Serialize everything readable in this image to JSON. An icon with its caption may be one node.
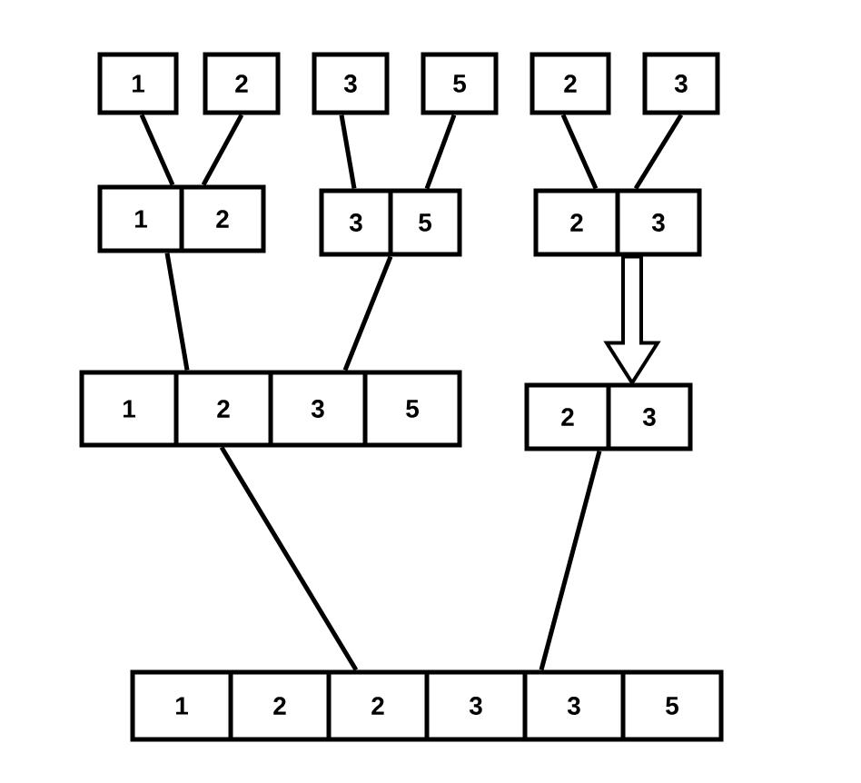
{
  "diagram": {
    "nodes": [
      {
        "text": [
          "1"
        ]
      },
      {
        "text": [
          "2"
        ]
      },
      {
        "text": [
          "3"
        ]
      },
      {
        "text": [
          "5"
        ]
      },
      {
        "text": [
          "2"
        ]
      },
      {
        "text": [
          "3"
        ]
      },
      {
        "text": [
          "1",
          "2"
        ]
      },
      {
        "text": [
          "3",
          "5"
        ]
      },
      {
        "text": [
          "2",
          "3"
        ]
      },
      {
        "text": [
          "1",
          "2",
          "3",
          "5"
        ]
      },
      {
        "text": [
          "2",
          "3"
        ]
      },
      {
        "text": [
          "1",
          "2",
          "2",
          "3",
          "3",
          "5"
        ]
      }
    ],
    "edges": [
      {
        "from": 0,
        "to": 6,
        "arrow": "none"
      },
      {
        "from": 1,
        "to": 6,
        "arrow": "none"
      },
      {
        "from": 2,
        "to": 7,
        "arrow": "none"
      },
      {
        "from": 3,
        "to": 7,
        "arrow": "none"
      },
      {
        "from": 4,
        "to": 8,
        "arrow": "none"
      },
      {
        "from": 5,
        "to": 8,
        "arrow": "none"
      },
      {
        "from": 6,
        "to": 9,
        "arrow": "none"
      },
      {
        "from": 7,
        "to": 9,
        "arrow": "none"
      },
      {
        "from": 8,
        "to": 10,
        "arrow": "to",
        "style": "thick"
      },
      {
        "from": 9,
        "to": 11,
        "arrow": "none"
      },
      {
        "from": 10,
        "to": 11,
        "arrow": "none"
      }
    ]
  }
}
